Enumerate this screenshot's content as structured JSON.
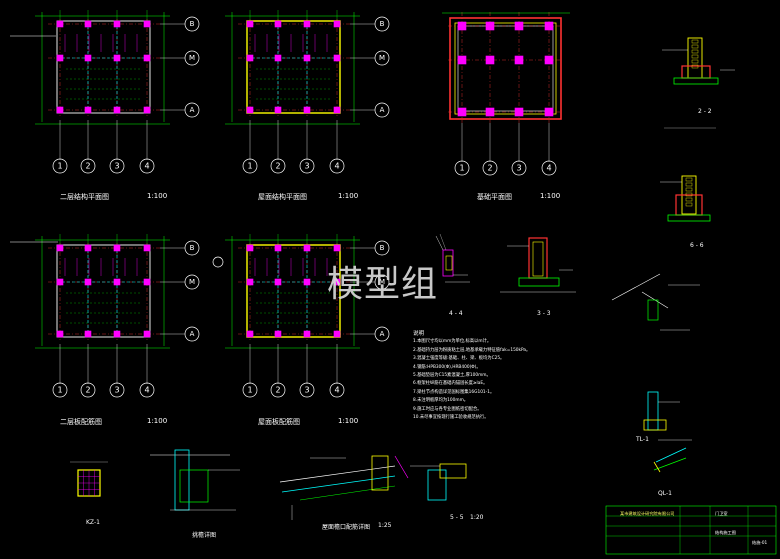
{
  "drawing": {
    "watermark": "模型组",
    "plans": [
      {
        "id": "p1",
        "title": "二层结构平面图",
        "scale": "1:100"
      },
      {
        "id": "p2",
        "title": "屋面结构平面图",
        "scale": "1:100"
      },
      {
        "id": "p3",
        "title": "基础平面图",
        "scale": "1:100"
      },
      {
        "id": "p4",
        "title": "二层板配筋图",
        "scale": "1:100"
      },
      {
        "id": "p5",
        "title": "屋面板配筋图",
        "scale": "1:100"
      }
    ],
    "axes": {
      "columns": [
        "1",
        "2",
        "3",
        "4"
      ],
      "rows": [
        "B",
        "M",
        "A"
      ]
    },
    "details": {
      "sec_22": "2 - 2",
      "sec_33": "3 - 3",
      "sec_44": "4 - 4",
      "sec_55": "5 - 5",
      "sec_66": "6 - 6",
      "kz1": "KZ-1",
      "tl1": "TL-1",
      "ql1": "QL-1",
      "beam_detail": "屋面檐口配筋详图",
      "stair": "挑檐详图",
      "scale_20": "1:20",
      "scale_25": "1:25"
    },
    "notes_title": "说明",
    "notes": [
      "1.本图尺寸均以mm为单位,标高以m计。",
      "2.基础持力层为粉质粘土层,地基承载力特征值fak=150kPa。",
      "3.混凝土强度等级:基础、柱、梁、板均为C25。",
      "4.钢筋:HPB300(Φ),HRB400(Φ)。",
      "5.基础垫层为C15素混凝土,厚100mm。",
      "6.框架柱纵筋在基础内锚固长度≥laE。",
      "7.梁柱节点构造详见国标图集16G101-1。",
      "8.未注明板厚均为100mm。",
      "9.施工时应与各专业图纸密切配合。",
      "10.未尽事宜按现行施工验收规范执行。"
    ],
    "titleblock": {
      "company": "某市建筑设计研究院有限公司",
      "project": "门卫室",
      "drawing_name": "结构施工图",
      "sheet": "结施-01"
    }
  }
}
